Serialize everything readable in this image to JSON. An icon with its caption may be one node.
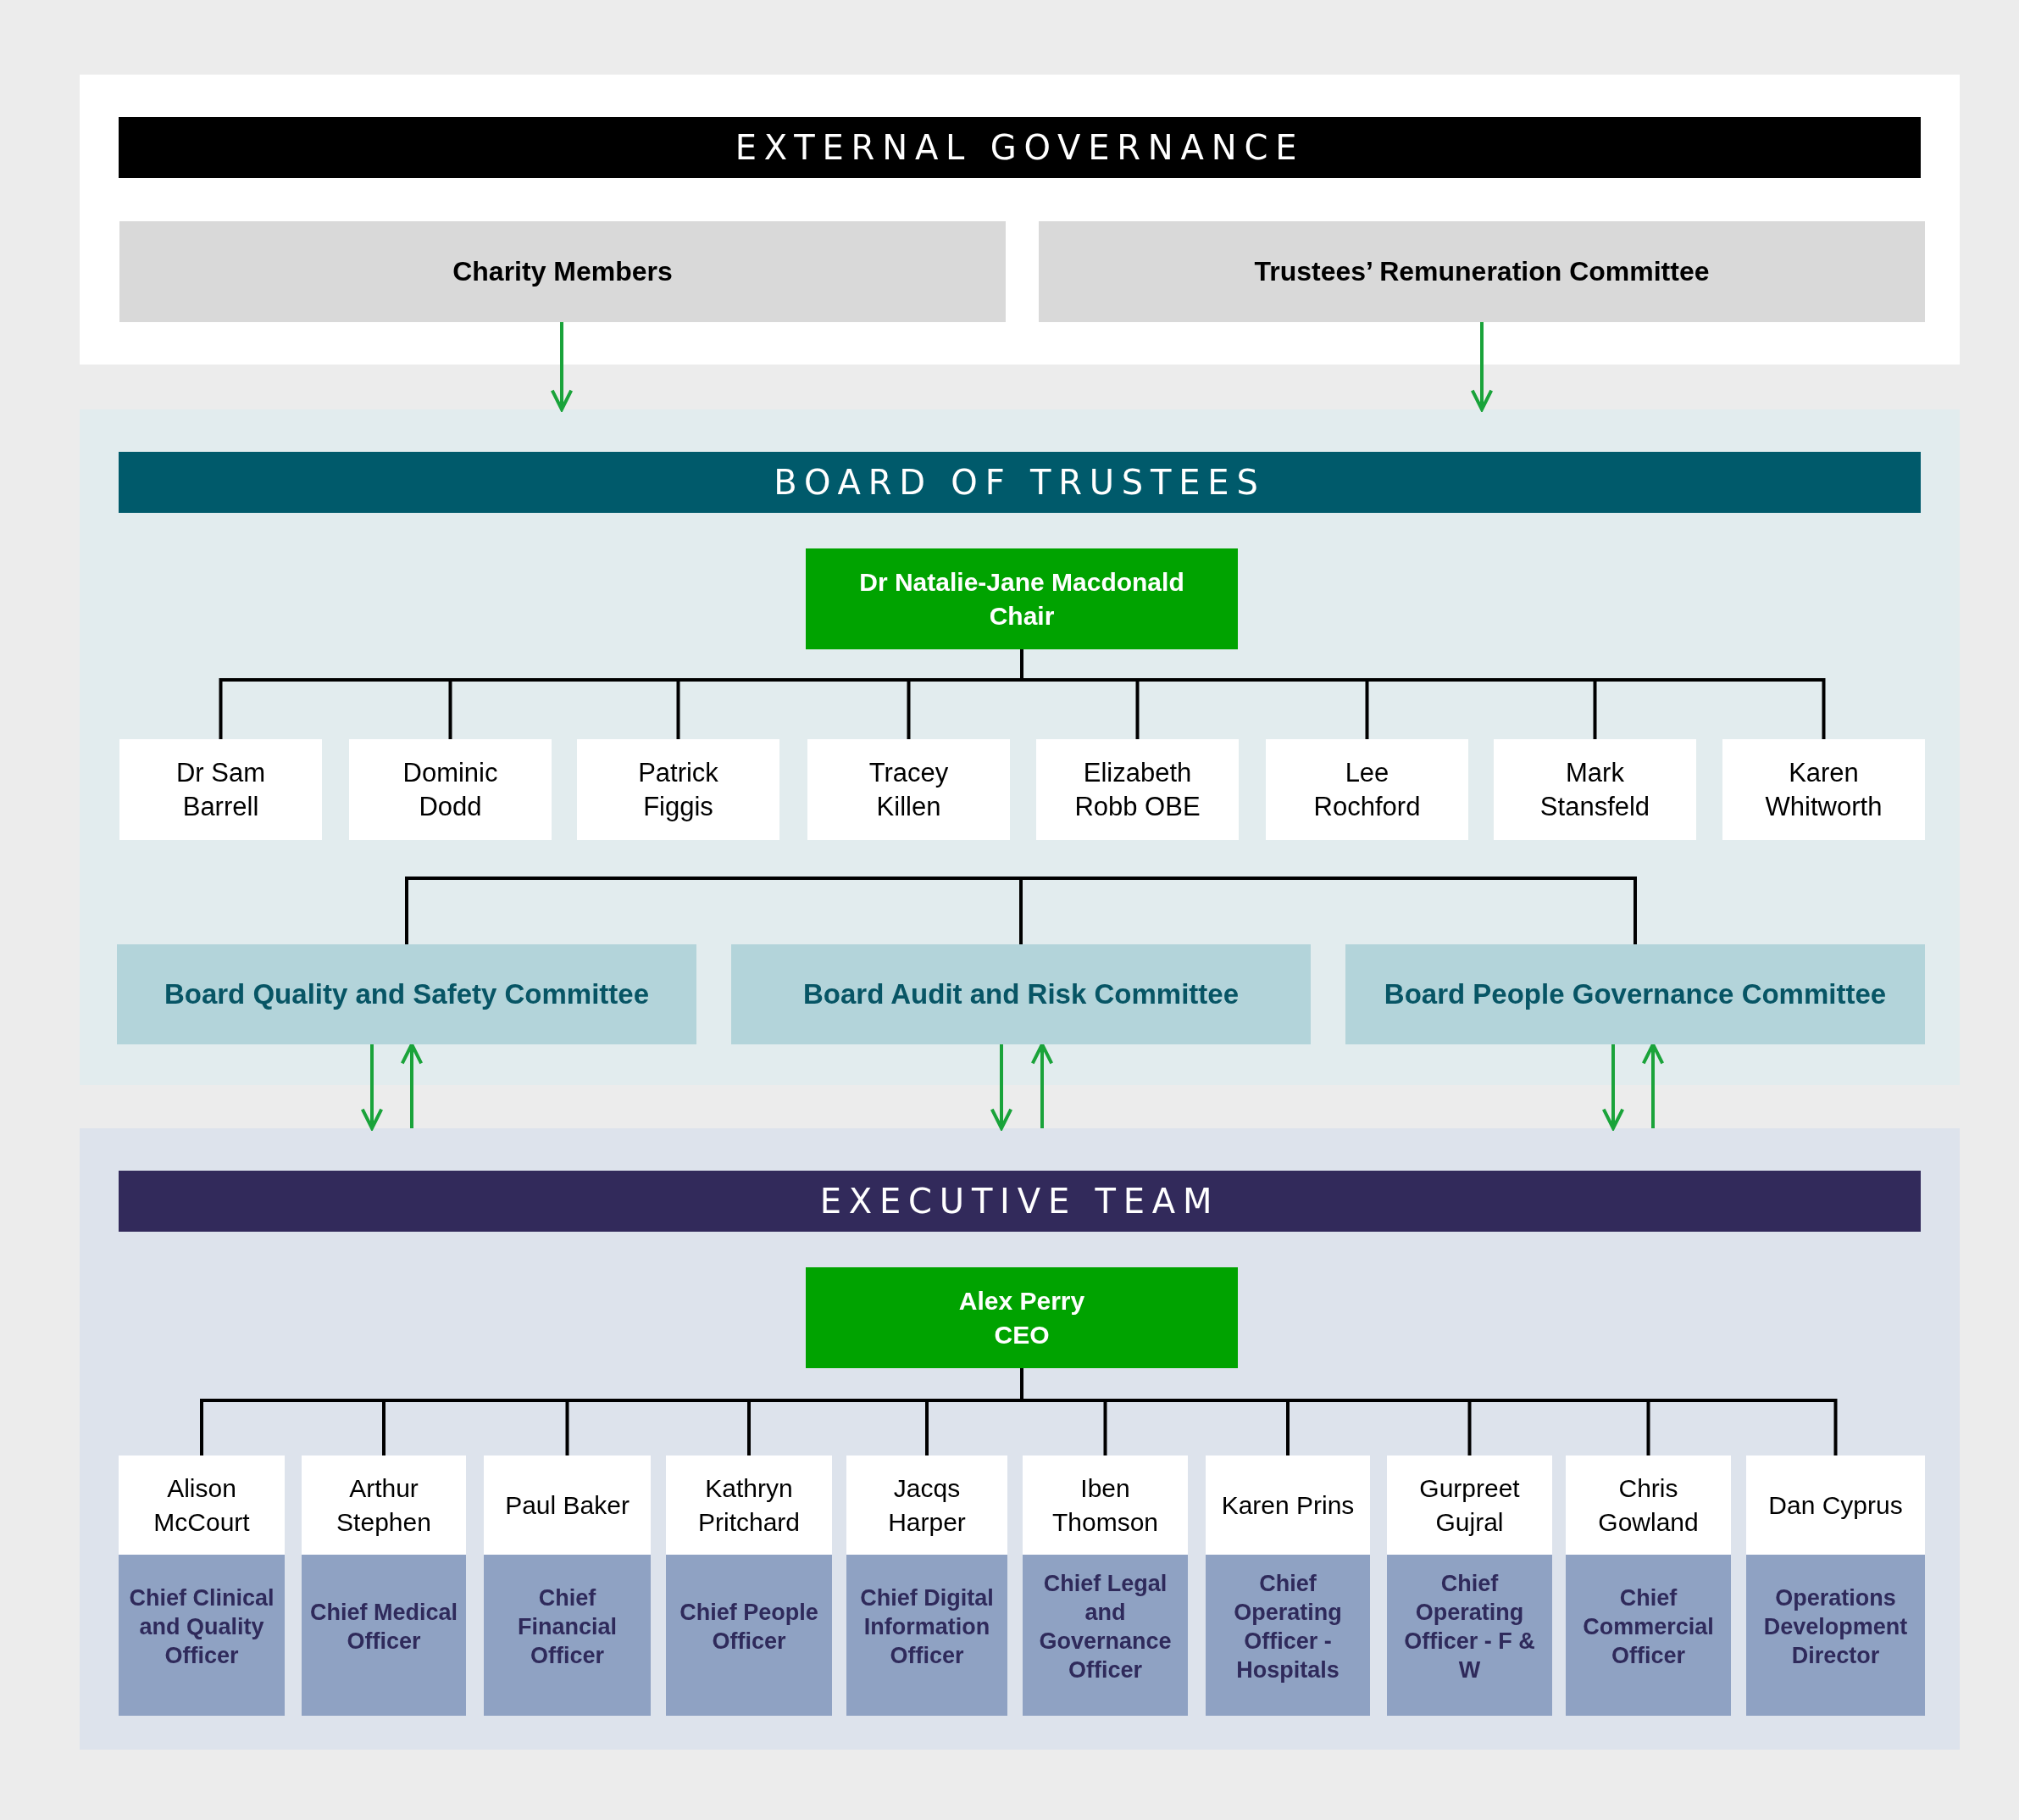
{
  "diagram": {
    "nodes": [
      {
        "text": [
          "EXTERNAL GOVERNANCE"
        ]
      },
      {
        "text": [
          "Charity Members"
        ],
        "in": 0
      },
      {
        "text": [
          "Trustees’ Remuneration Committee"
        ],
        "in": 0
      },
      {
        "text": [
          "BOARD OF TRUSTEES"
        ]
      },
      {
        "text": [
          "Dr Natalie-Jane Macdonald",
          "Chair"
        ],
        "in": 3
      },
      {
        "text": [
          "Dr Sam Barrell"
        ],
        "in": 3
      },
      {
        "text": [
          "Dominic Dodd"
        ],
        "in": 3
      },
      {
        "text": [
          "Patrick Figgis"
        ],
        "in": 3
      },
      {
        "text": [
          "Tracey Killen"
        ],
        "in": 3
      },
      {
        "text": [
          "Elizabeth Robb OBE"
        ],
        "in": 3
      },
      {
        "text": [
          "Lee Rochford"
        ],
        "in": 3
      },
      {
        "text": [
          "Mark Stansfeld"
        ],
        "in": 3
      },
      {
        "text": [
          "Karen Whitworth"
        ],
        "in": 3
      },
      {
        "text": [
          "Board Quality and Safety Committee"
        ],
        "in": 3
      },
      {
        "text": [
          "Board Audit and Risk Committee"
        ],
        "in": 3
      },
      {
        "text": [
          "Board People Governance Committee"
        ],
        "in": 3
      },
      {
        "text": [
          "EXECUTIVE TEAM"
        ]
      },
      {
        "text": [
          "Alex Perry",
          "CEO"
        ],
        "in": 16
      },
      {
        "text": [
          "Alison McCourt",
          "Chief Clinical and Quality Officer"
        ],
        "in": 16
      },
      {
        "text": [
          "Arthur Stephen",
          "Chief Medical Officer"
        ],
        "in": 16
      },
      {
        "text": [
          "Paul Baker",
          "Chief Financial Officer"
        ],
        "in": 16
      },
      {
        "text": [
          "Kathryn Pritchard",
          "Chief People Officer"
        ],
        "in": 16
      },
      {
        "text": [
          "Jacqs Harper",
          "Chief Digital Information Officer"
        ],
        "in": 16
      },
      {
        "text": [
          "Iben Thomson",
          "Chief Legal and Governance Officer"
        ],
        "in": 16
      },
      {
        "text": [
          "Karen Prins",
          "Chief Operating Officer - Hospitals"
        ],
        "in": 16
      },
      {
        "text": [
          "Gurpreet Gujral",
          "Chief Operating Officer - F & W"
        ],
        "in": 16
      },
      {
        "text": [
          "Chris Gowland",
          "Chief Commercial Officer"
        ],
        "in": 16
      },
      {
        "text": [
          "Dan Cyprus",
          "Operations Development Director"
        ],
        "in": 16
      }
    ],
    "edges": [
      {
        "from": 1,
        "to": 3,
        "arrow": "to",
        "color": "#1aa33a"
      },
      {
        "from": 2,
        "to": 3,
        "arrow": "to",
        "color": "#1aa33a"
      },
      {
        "from": 4,
        "to": 5,
        "arrow": "none"
      },
      {
        "from": 4,
        "to": 6,
        "arrow": "none"
      },
      {
        "from": 4,
        "to": 7,
        "arrow": "none"
      },
      {
        "from": 4,
        "to": 8,
        "arrow": "none"
      },
      {
        "from": 4,
        "to": 9,
        "arrow": "none"
      },
      {
        "from": 4,
        "to": 10,
        "arrow": "none"
      },
      {
        "from": 4,
        "to": 11,
        "arrow": "none"
      },
      {
        "from": 4,
        "to": 12,
        "arrow": "none"
      },
      {
        "from": null,
        "to": 13,
        "arrow": "none"
      },
      {
        "from": null,
        "to": 14,
        "arrow": "none"
      },
      {
        "from": null,
        "to": 15,
        "arrow": "none"
      },
      {
        "from": 13,
        "to": 16,
        "arrow": "to",
        "color": "#1aa33a"
      },
      {
        "from": 16,
        "to": 13,
        "arrow": "to",
        "color": "#1aa33a"
      },
      {
        "from": 14,
        "to": 16,
        "arrow": "to",
        "color": "#1aa33a"
      },
      {
        "from": 16,
        "to": 14,
        "arrow": "to",
        "color": "#1aa33a"
      },
      {
        "from": 15,
        "to": 16,
        "arrow": "to",
        "color": "#1aa33a"
      },
      {
        "from": 16,
        "to": 15,
        "arrow": "to",
        "color": "#1aa33a"
      },
      {
        "from": 17,
        "to": 18,
        "arrow": "none"
      },
      {
        "from": 17,
        "to": 19,
        "arrow": "none"
      },
      {
        "from": 17,
        "to": 20,
        "arrow": "none"
      },
      {
        "from": 17,
        "to": 21,
        "arrow": "none"
      },
      {
        "from": 17,
        "to": 22,
        "arrow": "none"
      },
      {
        "from": 17,
        "to": 23,
        "arrow": "none"
      },
      {
        "from": 17,
        "to": 24,
        "arrow": "none"
      },
      {
        "from": 17,
        "to": 25,
        "arrow": "none"
      },
      {
        "from": 17,
        "to": 26,
        "arrow": "none"
      },
      {
        "from": 17,
        "to": 27,
        "arrow": "none"
      }
    ]
  }
}
